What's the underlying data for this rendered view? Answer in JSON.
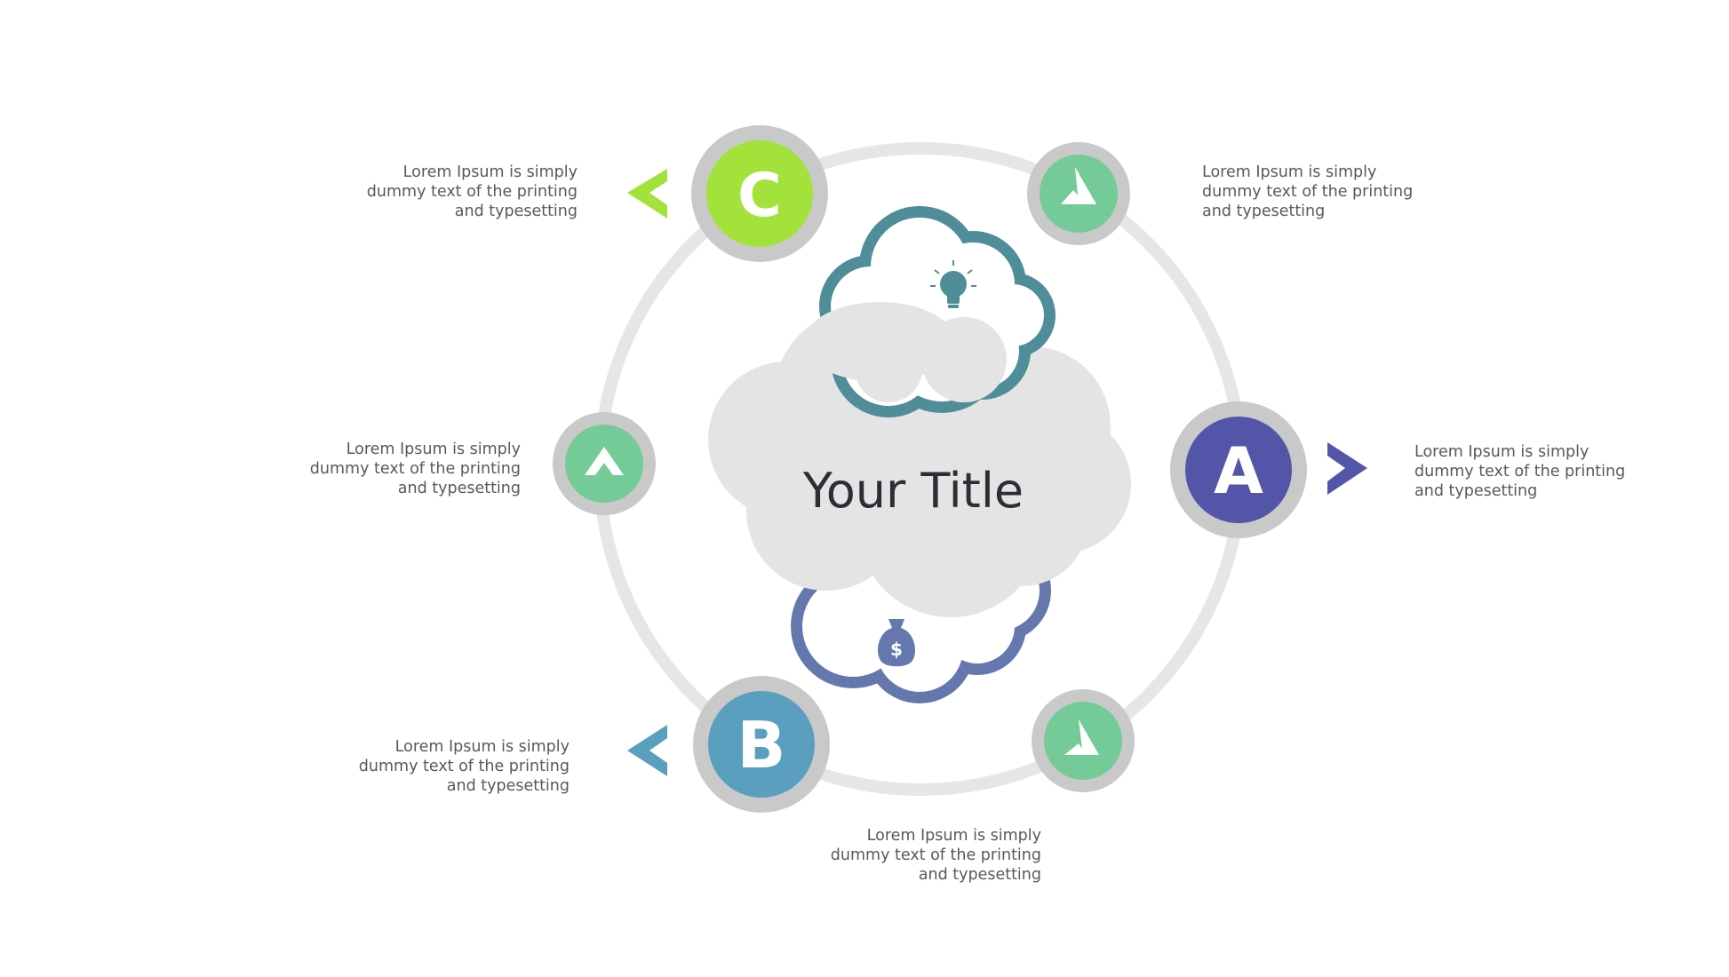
{
  "title": "Your Title",
  "colors": {
    "ring": "#e6e6e6",
    "node_border": "#c9c9c9",
    "green_light": "#a2e23a",
    "green_mint": "#74cb98",
    "navy": "#5356a8",
    "steel_blue": "#5a9fbd",
    "cloud_grey": "#e4e4e4",
    "cloud_teal": "#4f8d99",
    "cloud_blue": "#6478ae",
    "text_dark": "#2b2f35",
    "text_body": "#555a60"
  },
  "nodes": {
    "a": {
      "letter": "A",
      "color": "navy"
    },
    "b": {
      "letter": "B",
      "color": "steel_blue"
    },
    "c": {
      "letter": "C",
      "color": "green_light"
    },
    "small": [
      {
        "id": "top-right",
        "icon": "triangle-icon",
        "color": "green_mint"
      },
      {
        "id": "left",
        "icon": "triangle-icon",
        "color": "green_mint"
      },
      {
        "id": "bottom-right",
        "icon": "triangle-icon",
        "color": "green_mint"
      }
    ]
  },
  "icons": {
    "top_cloud": "lightbulb-icon",
    "bottom_cloud": "money-bag-icon",
    "money_symbol": "$"
  },
  "captions": {
    "top_left": "Lorem Ipsum is simply\ndummy text of the printing\nand typesetting",
    "top_right": "Lorem Ipsum is simply\ndummy text of the printing\nand typesetting",
    "middle_left": "Lorem Ipsum is simply\ndummy text of the printing\nand typesetting",
    "middle_right": "Lorem Ipsum is simply\ndummy text of the printing\nand typesetting",
    "bottom_left": "Lorem Ipsum is simply\ndummy text of the printing\nand typesetting",
    "bottom_center": "Lorem Ipsum is simply\ndummy text of the printing\nand typesetting"
  }
}
